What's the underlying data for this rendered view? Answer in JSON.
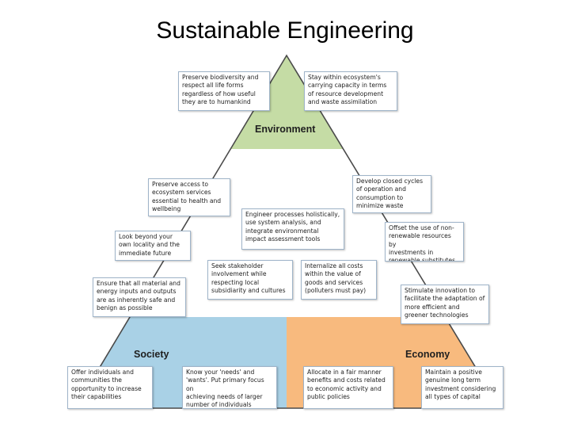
{
  "title": "Sustainable Engineering",
  "pillars": {
    "environment": "Environment",
    "society": "Society",
    "economy": "Economy"
  },
  "colors": {
    "environment": "#c5dca5",
    "society": "#a9d1e6",
    "economy": "#f8ba7e",
    "triangle_outline": "#4a4a4a",
    "box_border": "#9fb4c9"
  },
  "principles": {
    "env_left": "Preserve biodiversity and\nrespect all life forms\nregardless of how useful\nthey are to humankind",
    "env_right": "Stay within ecosystem's\ncarrying capacity in terms\nof resource development\nand waste assimilation",
    "env_soc_1": "Preserve access to\necosystem services\nessential to health and\nwellbeing",
    "env_econ_1": "Develop closed cycles\nof operation and\nconsumption to\nminimize waste",
    "center_top": "Engineer processes holistically,\nuse system analysis, and\nintegrate environmental\nimpact assessment tools",
    "env_soc_2": "Look beyond your\nown locality and the\nimmediate future",
    "env_econ_2": "Offset the use of non-\nrenewable resources by\ninvestments in\nrenewable substitutes",
    "center_left": "Seek stakeholder\ninvolvement while\nrespecting local\nsubsidiarity and cultures",
    "center_right": "Internalize all costs\nwithin the value of\ngoods and services\n(polluters must pay)",
    "env_soc_3": "Ensure that all material and\nenergy inputs and outputs\nare as inherently safe and\nbenign as possible",
    "env_econ_3": "Stimulate innovation to\nfacilitate the adaptation of\nmore efficient and\ngreener technologies",
    "soc_1": "Offer individuals and\ncommunities the\nopportunity to increase\ntheir capabilities",
    "soc_2": "Know your 'needs' and\n'wants'. Put primary focus on\nachieving needs of larger\nnumber of individuals",
    "econ_1": "Allocate in a fair manner\nbenefits and costs related\nto economic activity and\npublic policies",
    "econ_2": "Maintain a positive\ngenuine long term\ninvestment considering\nall types of capital"
  }
}
